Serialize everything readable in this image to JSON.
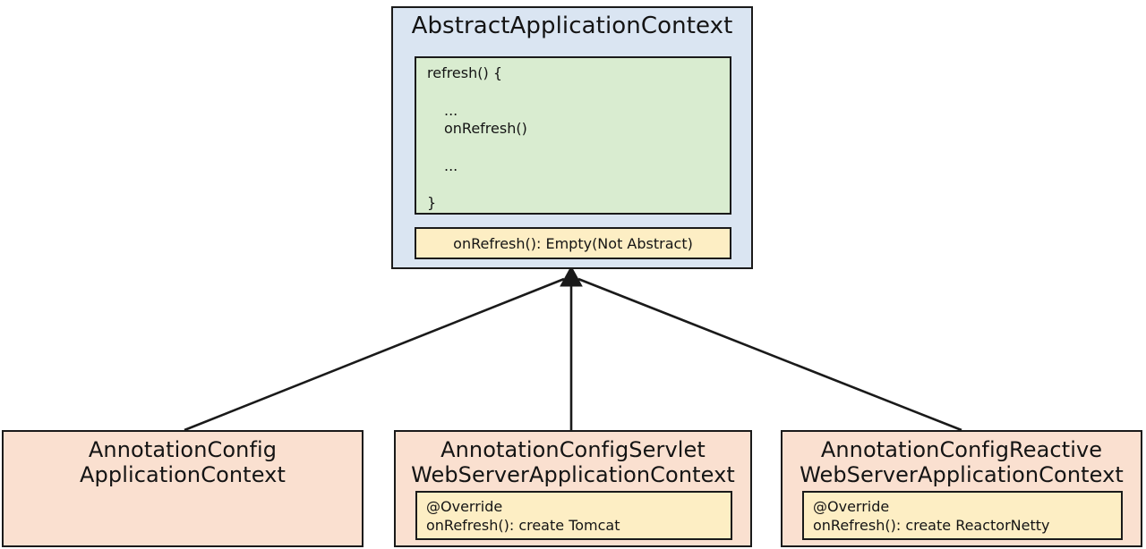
{
  "diagram": {
    "type": "uml-class-inheritance",
    "colors": {
      "parent_fill": "#dae5f2",
      "child_fill": "#fae0d0",
      "code_fill": "#d9ecd0",
      "method_fill": "#fdeec4",
      "border": "#1a1a1a",
      "text": "#141414",
      "background": "#ffffff"
    }
  },
  "parent": {
    "title": "AbstractApplicationContext",
    "code": {
      "lines": [
        "refresh() {",
        "...",
        "onRefresh()",
        "...",
        "}"
      ]
    },
    "method": {
      "text": "onRefresh(): Empty(Not Abstract)"
    }
  },
  "children": [
    {
      "title": "AnnotationConfig\nApplicationContext",
      "method": null
    },
    {
      "title": "AnnotationConfigServlet\nWebServerApplicationContext",
      "method": {
        "text": "@Override\nonRefresh(): create Tomcat"
      }
    },
    {
      "title": "AnnotationConfigReactive\nWebServerApplicationContext",
      "method": {
        "text": "@Override\nonRefresh(): create ReactorNetty"
      }
    }
  ]
}
